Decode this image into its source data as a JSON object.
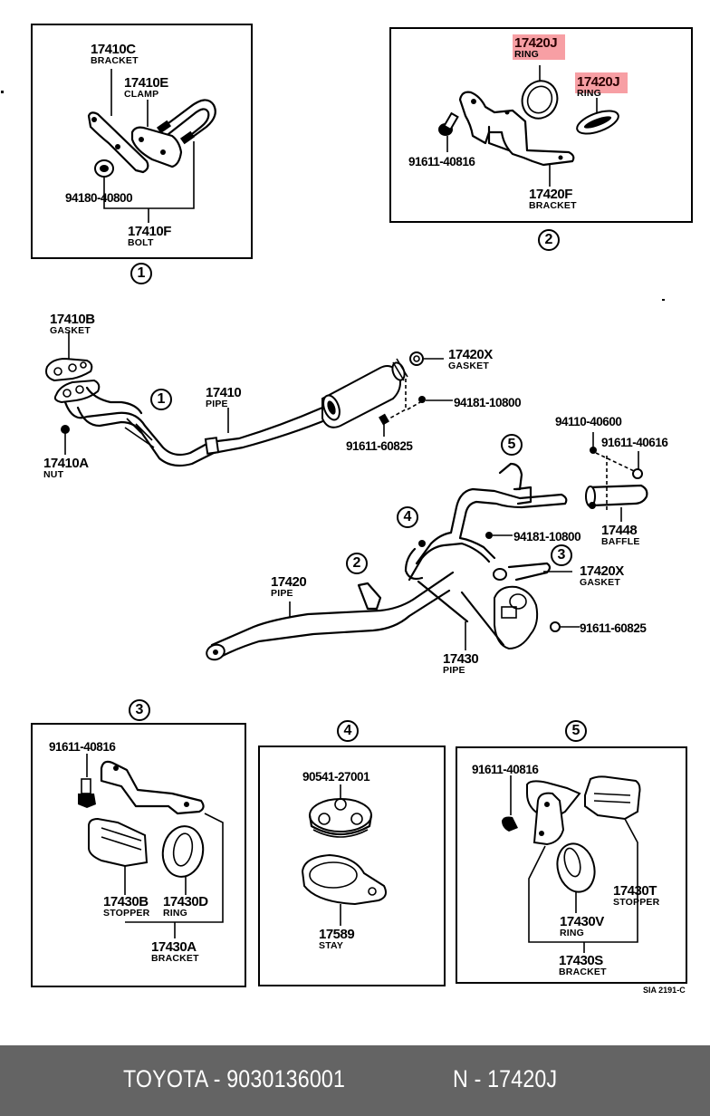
{
  "diagram": {
    "inset_1": {
      "index": "1",
      "parts": [
        {
          "number": "17410C",
          "name": "BRACKET"
        },
        {
          "number": "17410E",
          "name": "CLAMP"
        },
        {
          "number": "94180-40800",
          "name": ""
        },
        {
          "number": "17410F",
          "name": "BOLT"
        }
      ]
    },
    "inset_2": {
      "index": "2",
      "parts": [
        {
          "number": "17420J",
          "name": "RING",
          "highlighted": true
        },
        {
          "number": "17420J",
          "name": "RING",
          "highlighted": true
        },
        {
          "number": "91611-40816",
          "name": ""
        },
        {
          "number": "17420F",
          "name": "BRACKET"
        }
      ]
    },
    "main": {
      "parts": [
        {
          "number": "17410B",
          "name": "GASKET"
        },
        {
          "number": "17410A",
          "name": "NUT"
        },
        {
          "number": "17410",
          "name": "PIPE"
        },
        {
          "number": "17420X",
          "name": "GASKET"
        },
        {
          "number": "94181-10800",
          "name": ""
        },
        {
          "number": "91611-60825",
          "name": ""
        },
        {
          "number": "94110-40600",
          "name": ""
        },
        {
          "number": "91611-40616",
          "name": ""
        },
        {
          "number": "17448",
          "name": "BAFFLE"
        },
        {
          "number": "94181-10800",
          "name": ""
        },
        {
          "number": "17420X",
          "name": "GASKET"
        },
        {
          "number": "91611-60825",
          "name": ""
        },
        {
          "number": "17420",
          "name": "PIPE"
        },
        {
          "number": "17430",
          "name": "PIPE"
        }
      ],
      "callouts": [
        "1",
        "2",
        "3",
        "4",
        "5"
      ]
    },
    "inset_3": {
      "index": "3",
      "parts": [
        {
          "number": "91611-40816",
          "name": ""
        },
        {
          "number": "17430B",
          "name": "STOPPER"
        },
        {
          "number": "17430D",
          "name": "RING"
        },
        {
          "number": "17430A",
          "name": "BRACKET"
        }
      ]
    },
    "inset_4": {
      "index": "4",
      "parts": [
        {
          "number": "90541-27001",
          "name": ""
        },
        {
          "number": "17589",
          "name": "STAY"
        }
      ]
    },
    "inset_5": {
      "index": "5",
      "parts": [
        {
          "number": "91611-40816",
          "name": ""
        },
        {
          "number": "17430T",
          "name": "STOPPER"
        },
        {
          "number": "17430V",
          "name": "RING"
        },
        {
          "number": "17430S",
          "name": "BRACKET"
        }
      ]
    },
    "drawing_code": "SIA 2191-C",
    "highlight_color": "#f0505a"
  },
  "footer": {
    "brand_part": "TOYOTA - 9030136001",
    "reference": "N - 17420J",
    "background": "#646464"
  }
}
